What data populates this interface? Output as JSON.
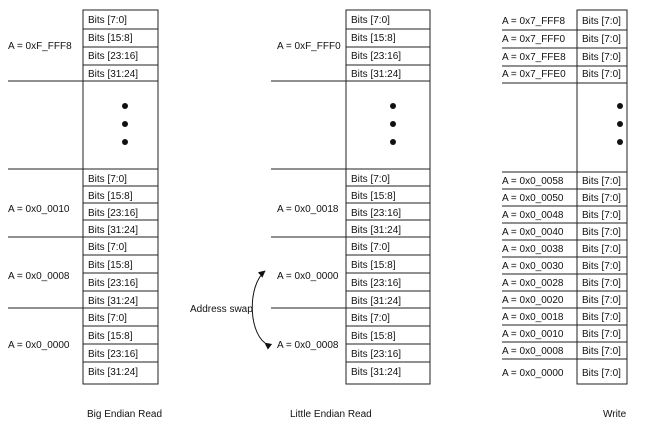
{
  "panels": [
    {
      "id": "big-endian",
      "caption": "Big Endian Read",
      "top_bits": [
        "Bits [7:0]",
        "Bits [15:8]",
        "Bits [23:16]",
        "Bits [31:24]"
      ],
      "top_address": "A = 0xF_FFF8",
      "groups": [
        {
          "address": "A = 0x0_0010",
          "bits": [
            "Bits [7:0]",
            "Bits [15:8]",
            "Bits [23:16]",
            "Bits [31:24]"
          ]
        },
        {
          "address": "A = 0x0_0008",
          "bits": [
            "Bits [7:0]",
            "Bits [15:8]",
            "Bits [23:16]",
            "Bits [31:24]"
          ]
        },
        {
          "address": "A = 0x0_0000",
          "bits": [
            "Bits [7:0]",
            "Bits [15:8]",
            "Bits [23:16]",
            "Bits [31:24]"
          ]
        }
      ]
    },
    {
      "id": "little-endian",
      "caption": "Little Endian Read",
      "top_bits": [
        "Bits [7:0]",
        "Bits [15:8]",
        "Bits [23:16]",
        "Bits [31:24]"
      ],
      "top_address": "A = 0xF_FFF0",
      "groups": [
        {
          "address": "A = 0x0_0018",
          "bits": [
            "Bits [7:0]",
            "Bits [15:8]",
            "Bits [23:16]",
            "Bits [31:24]"
          ]
        },
        {
          "address": "A = 0x0_0000",
          "bits": [
            "Bits [7:0]",
            "Bits [15:8]",
            "Bits [23:16]",
            "Bits [31:24]"
          ]
        },
        {
          "address": "A = 0x0_0008",
          "bits": [
            "Bits [7:0]",
            "Bits [15:8]",
            "Bits [23:16]",
            "Bits [31:24]"
          ]
        }
      ],
      "swap_label": "Address swap"
    },
    {
      "id": "write",
      "caption": "Write",
      "top_rows": [
        {
          "address": "A = 0x7_FFF8",
          "bits": "Bits [7:0]"
        },
        {
          "address": "A = 0x7_FFF0",
          "bits": "Bits [7:0]"
        },
        {
          "address": "A = 0x7_FFE8",
          "bits": "Bits [7:0]"
        },
        {
          "address": "A = 0x7_FFE0",
          "bits": "Bits [7:0]"
        }
      ],
      "bottom_rows": [
        {
          "address": "A = 0x0_0058",
          "bits": "Bits [7:0]"
        },
        {
          "address": "A = 0x0_0050",
          "bits": "Bits [7:0]"
        },
        {
          "address": "A = 0x0_0048",
          "bits": "Bits [7:0]"
        },
        {
          "address": "A = 0x0_0040",
          "bits": "Bits [7:0]"
        },
        {
          "address": "A = 0x0_0038",
          "bits": "Bits [7:0]"
        },
        {
          "address": "A = 0x0_0030",
          "bits": "Bits [7:0]"
        },
        {
          "address": "A = 0x0_0028",
          "bits": "Bits [7:0]"
        },
        {
          "address": "A = 0x0_0020",
          "bits": "Bits [7:0]"
        },
        {
          "address": "A = 0x0_0018",
          "bits": "Bits [7:0]"
        },
        {
          "address": "A = 0x0_0010",
          "bits": "Bits [7:0]"
        },
        {
          "address": "A = 0x0_0008",
          "bits": "Bits [7:0]"
        },
        {
          "address": "A = 0x0_0000",
          "bits": "Bits [7:0]"
        }
      ]
    }
  ]
}
